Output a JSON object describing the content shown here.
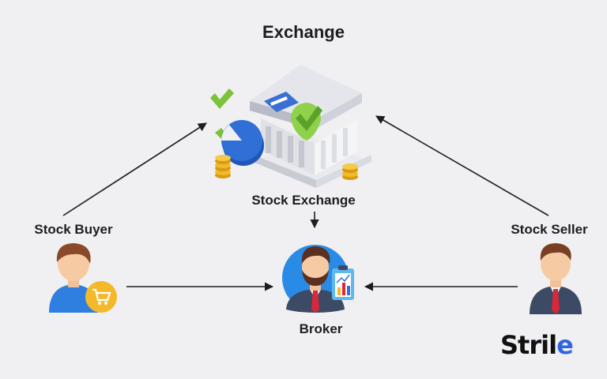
{
  "title": "Exchange",
  "nodes": {
    "exchange": "Stock Exchange",
    "buyer": "Stock Buyer",
    "seller": "Stock Seller",
    "broker": "Broker"
  },
  "logo": {
    "text_main": "Stril",
    "text_accent": "e"
  },
  "colors": {
    "background": "#f0f0f2",
    "text": "#1d1d1f",
    "arrow": "#1d1d1f",
    "check_green": "#7cc23a",
    "pie_blue": "#2f6fd6",
    "coin_gold": "#f3b92a",
    "broker_circle": "#2a8be6",
    "buyer_shirt": "#2f7fe0",
    "seller_suit": "#3c4a66",
    "tie_red": "#d8283a",
    "logo_accent": "#2f66e0"
  },
  "icons": [
    "bank-building-icon",
    "check-icon",
    "pie-chart-icon",
    "coin-stack-icon",
    "buyer-avatar-icon",
    "shopping-cart-icon",
    "seller-avatar-icon",
    "broker-avatar-icon",
    "clipboard-chart-icon"
  ]
}
